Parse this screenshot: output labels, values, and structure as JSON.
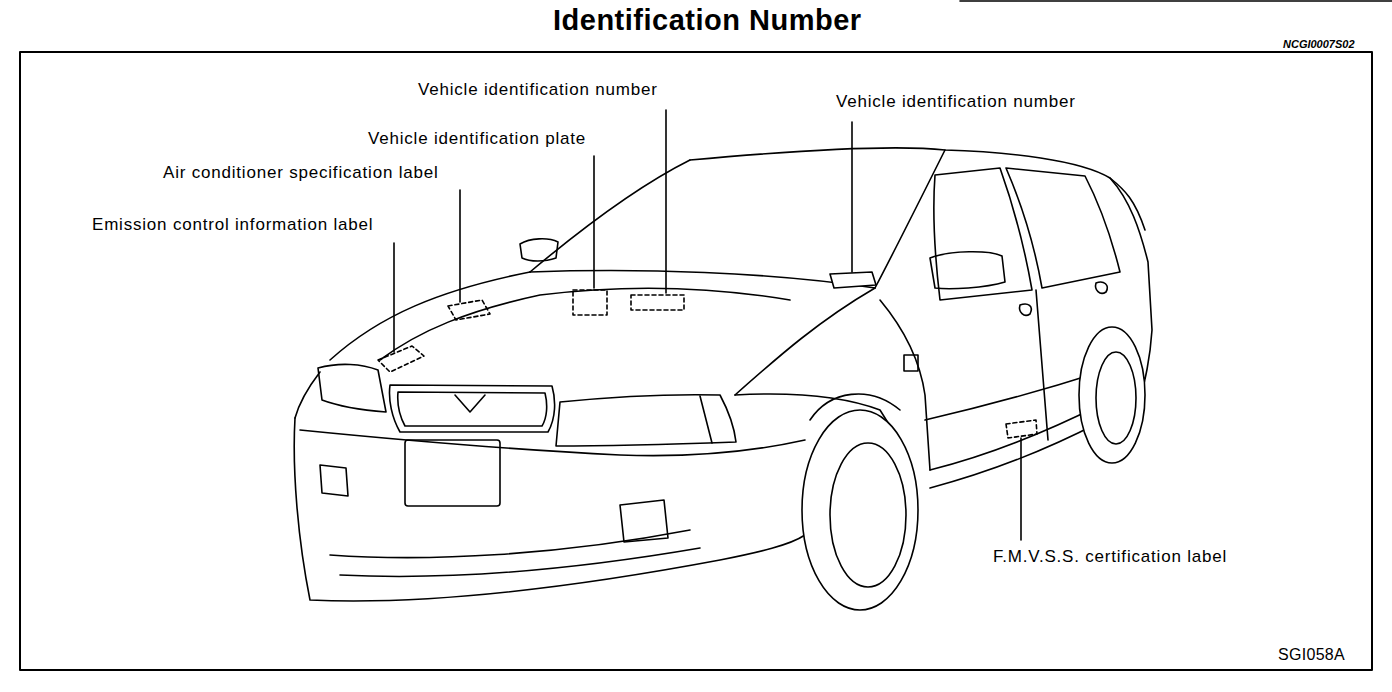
{
  "diagram": {
    "title": "Identification Number",
    "labels": [
      "NCGI0007S02",
      "Vehicle identification number",
      "Vehicle identification number",
      "Vehicle identification plate",
      "Air conditioner specification label",
      "Emission control information label",
      "F.M.V.S.S. certification label",
      "SGI058A"
    ]
  }
}
